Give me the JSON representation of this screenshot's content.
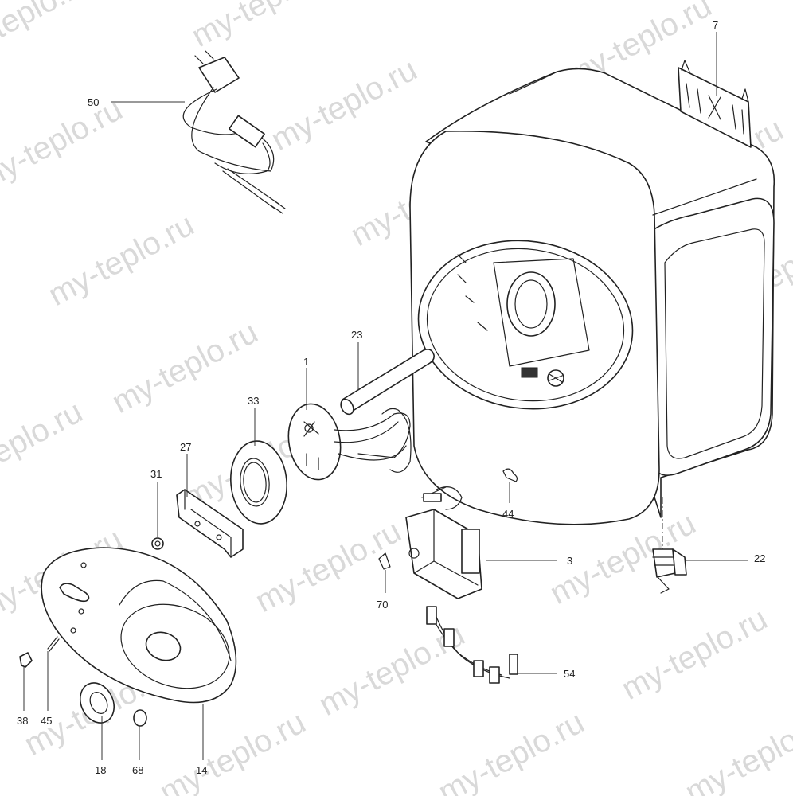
{
  "watermark": "my-teplo.ru",
  "parts": {
    "p1": "1",
    "p3": "3",
    "p7": "7",
    "p14": "14",
    "p18": "18",
    "p22": "22",
    "p23": "23",
    "p27": "27",
    "p31": "31",
    "p33": "33",
    "p38": "38",
    "p44": "44",
    "p45": "45",
    "p50": "50",
    "p54": "54",
    "p68": "68",
    "p70": "70"
  }
}
